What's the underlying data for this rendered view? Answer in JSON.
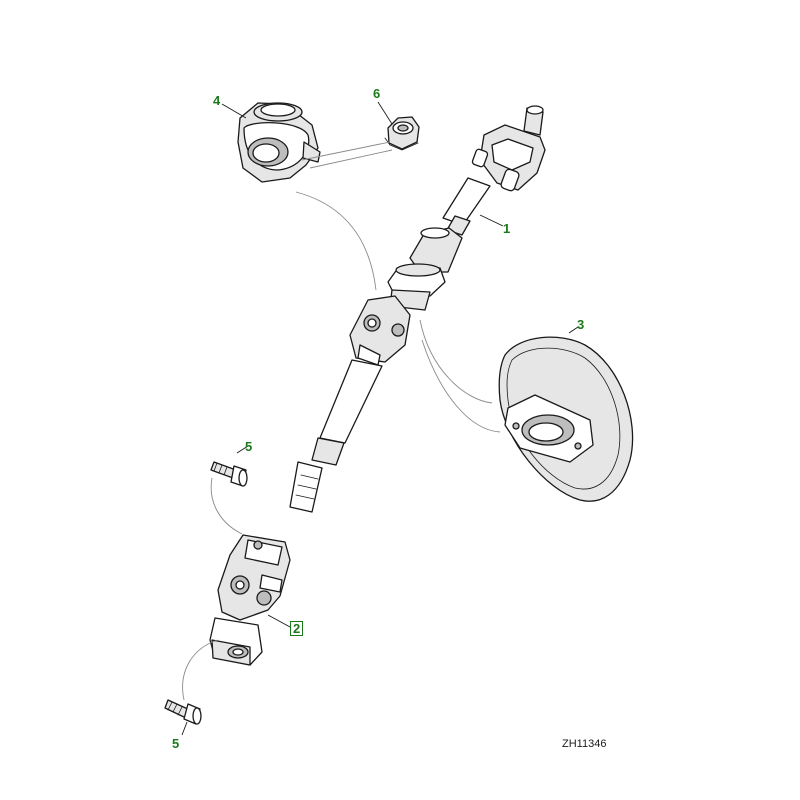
{
  "diagram": {
    "reference_code": "ZH11346",
    "callouts": [
      {
        "id": "c4",
        "label": "4",
        "part": "upper bearing seal",
        "boxed": false
      },
      {
        "id": "c6",
        "label": "6",
        "part": "nut",
        "boxed": false
      },
      {
        "id": "c1",
        "label": "1",
        "part": "steering column shaft",
        "boxed": false
      },
      {
        "id": "c3",
        "label": "3",
        "part": "bulkhead grommet",
        "boxed": false
      },
      {
        "id": "c5a",
        "label": "5",
        "part": "bolt",
        "boxed": false
      },
      {
        "id": "c2",
        "label": "2",
        "part": "universal joint",
        "boxed": true
      },
      {
        "id": "c5b",
        "label": "5",
        "part": "bolt",
        "boxed": false
      }
    ],
    "colors": {
      "callout_text": "#1a7a1a",
      "line_art": "#1a1a1a",
      "leader_lines": "#8a8a8a",
      "background": "#ffffff"
    }
  }
}
